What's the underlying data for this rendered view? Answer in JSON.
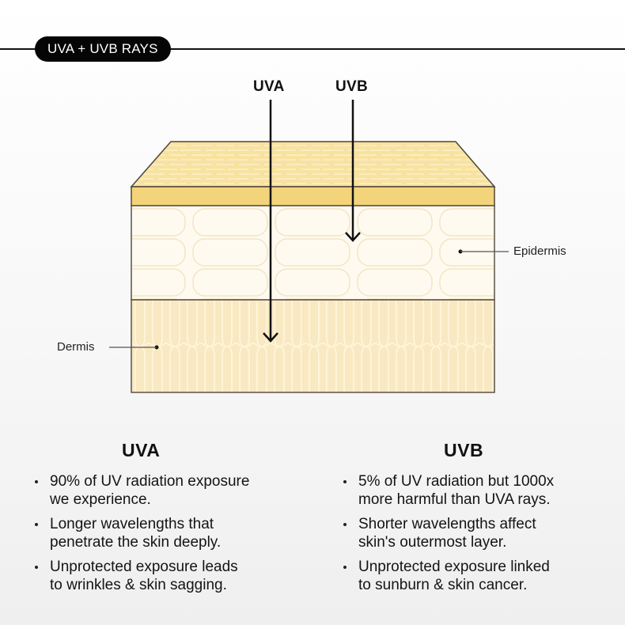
{
  "header": {
    "badge_label": "UVA + UVB RAYS"
  },
  "diagram": {
    "rays": [
      {
        "label": "UVA",
        "penetrates_to": "Dermis"
      },
      {
        "label": "UVB",
        "penetrates_to": "Epidermis"
      }
    ],
    "layers": [
      {
        "name": "Epidermis",
        "label": "Epidermis"
      },
      {
        "name": "Dermis",
        "label": "Dermis"
      }
    ],
    "colors": {
      "top_surface": "#f8e2a0",
      "top_band": "#f4d47a",
      "epidermis": "#fffaf0",
      "dermis": "#f9e9c2",
      "outline": "#5a5246",
      "arrow": "#111111"
    }
  },
  "columns": {
    "uva": {
      "title": "UVA",
      "bullets": [
        {
          "line1": "90% of UV radiation exposure",
          "line2": "we experience."
        },
        {
          "line1": "Longer wavelengths that",
          "line2": "penetrate the skin deeply."
        },
        {
          "line1": "Unprotected exposure leads",
          "line2": "to wrinkles & skin sagging."
        }
      ]
    },
    "uvb": {
      "title": "UVB",
      "bullets": [
        {
          "line1": "5% of UV radiation but 1000x",
          "line2": "more harmful than UVA rays."
        },
        {
          "line1": "Shorter wavelengths affect",
          "line2": "skin's outermost layer."
        },
        {
          "line1": "Unprotected exposure linked",
          "line2": "to sunburn & skin cancer."
        }
      ]
    }
  }
}
